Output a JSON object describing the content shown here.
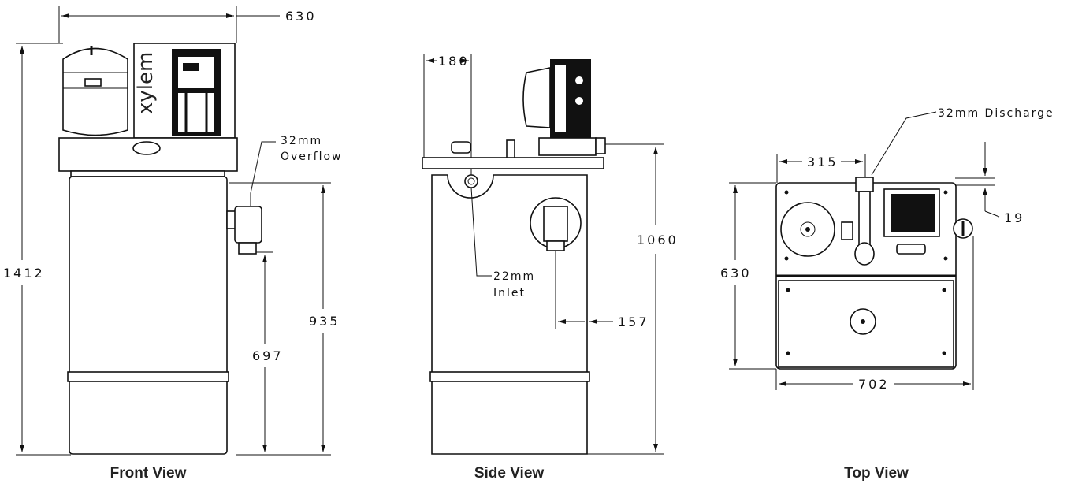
{
  "views": {
    "front": {
      "caption": "Front View",
      "dim_width": "630",
      "dim_height": "1412",
      "dim_tank": "935",
      "dim_overflow_height": "697",
      "overflow_label_1": "32mm",
      "overflow_label_2": "Overflow",
      "brand": "xylem"
    },
    "side": {
      "caption": "Side View",
      "dim_offset": "180",
      "dim_height": "1060",
      "dim_157": "157",
      "inlet_label_1": "22mm",
      "inlet_label_2": "Inlet"
    },
    "top": {
      "caption": "Top View",
      "dim_315": "315",
      "dim_19": "19",
      "dim_depth": "630",
      "dim_width": "702",
      "discharge_label": "32mm Discharge"
    }
  }
}
